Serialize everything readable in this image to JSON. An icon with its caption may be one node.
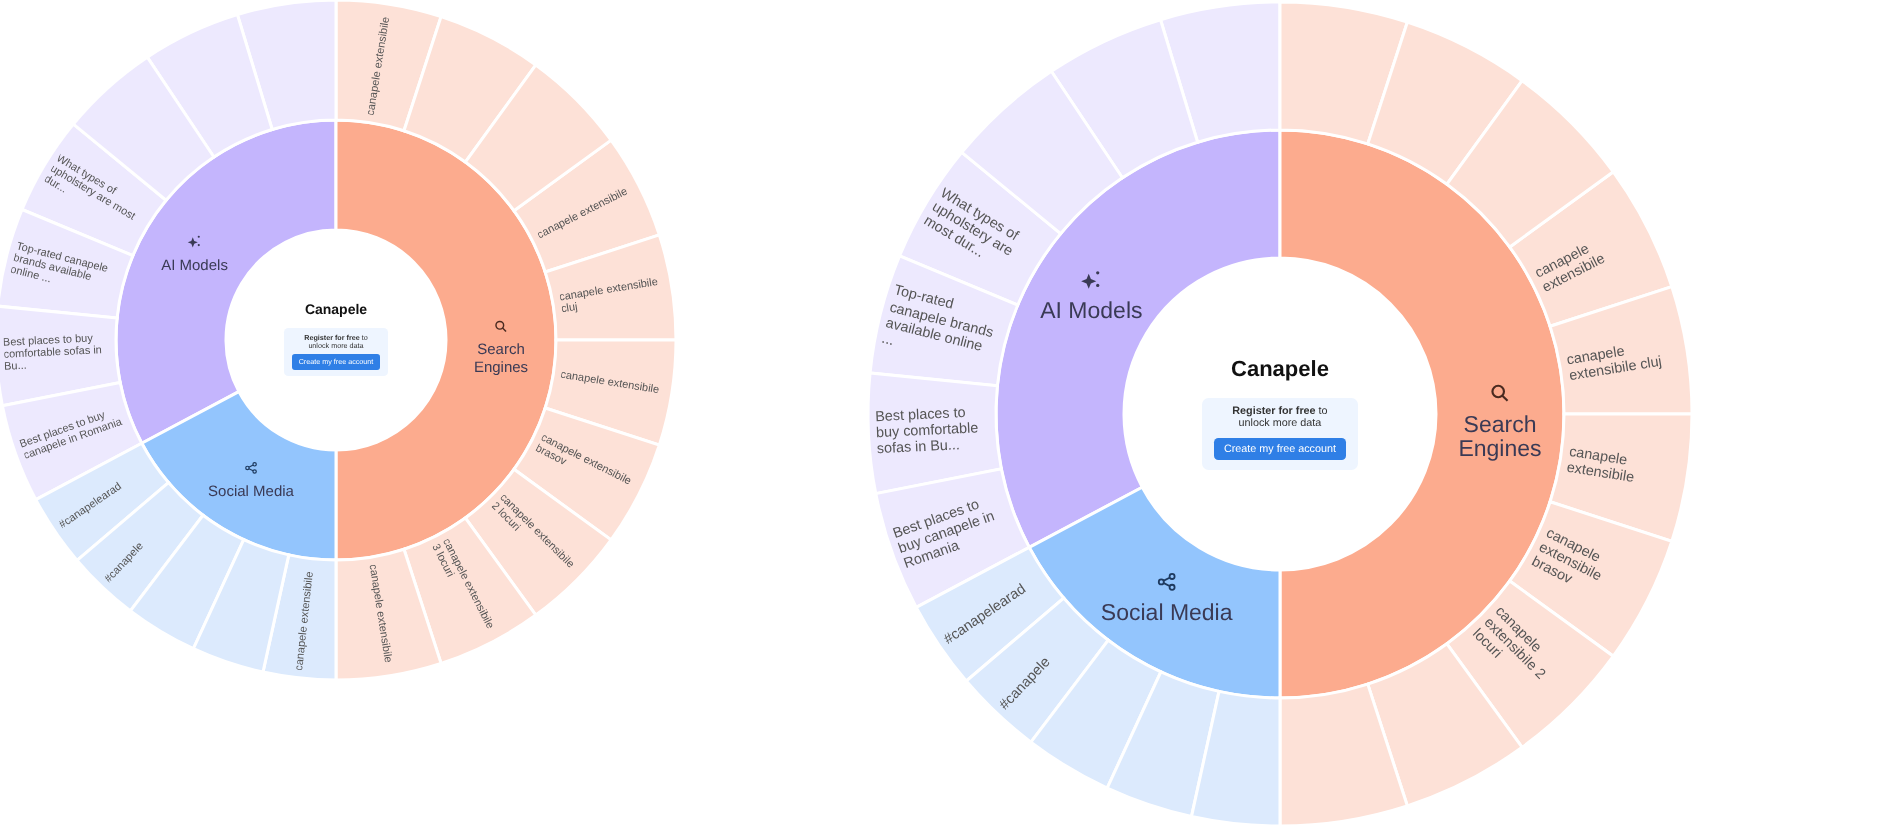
{
  "diagram": {
    "nodes": [
      {
        "text": [
          "Canapele"
        ]
      },
      {
        "text": [
          "**Register for free** to unlock more data"
        ],
        "in": 0
      },
      {
        "text": [
          "Create my free account"
        ],
        "in": 1
      },
      {
        "text": [
          "AI Models"
        ]
      },
      {
        "text": [
          "Search Engines"
        ]
      },
      {
        "text": [
          "Social Media"
        ]
      },
      {
        "text": [],
        "shape": "wedge"
      },
      {
        "text": [],
        "shape": "wedge"
      },
      {
        "text": [],
        "shape": "wedge"
      },
      {
        "text": [
          "What types of upholstery are most dur..."
        ]
      },
      {
        "text": [
          "Top-rated canapele brands available online ..."
        ]
      },
      {
        "text": [
          "Best places to buy comfortable sofas in Bu..."
        ]
      },
      {
        "text": [
          "Best places to buy canapele in Romania"
        ]
      },
      {
        "text": [
          "canapele extensibile"
        ]
      },
      {
        "text": [],
        "shape": "wedge"
      },
      {
        "text": [],
        "shape": "wedge"
      },
      {
        "text": [
          "canapele extensibile"
        ]
      },
      {
        "text": [
          "canapele extensibile cluj"
        ]
      },
      {
        "text": [
          "canapele extensibile"
        ]
      },
      {
        "text": [
          "canapele extensibile brasov"
        ]
      },
      {
        "text": [
          "canapele extensibile 2 locuri"
        ]
      },
      {
        "text": [
          "canapele extensibile 3 locuri"
        ]
      },
      {
        "text": [
          "canapele extensibile"
        ]
      },
      {
        "text": [
          "#canapelearad"
        ]
      },
      {
        "text": [
          "#canapele"
        ]
      },
      {
        "text": [],
        "shape": "wedge"
      },
      {
        "text": [],
        "shape": "wedge"
      },
      {
        "text": [
          "canapele extensibile"
        ]
      },
      {
        "text": [
          "Canapele"
        ]
      },
      {
        "text": [
          "**Register for free** to unlock more data"
        ],
        "in": 28
      },
      {
        "text": [
          "Create my free account"
        ],
        "in": 29
      },
      {
        "text": [
          "AI Models"
        ]
      },
      {
        "text": [
          "Search Engines"
        ]
      },
      {
        "text": [
          "Social Media"
        ]
      },
      {
        "text": [],
        "shape": "wedge"
      },
      {
        "text": [],
        "shape": "wedge"
      },
      {
        "text": [],
        "shape": "wedge"
      },
      {
        "text": [
          "What types of upholstery are most dur..."
        ]
      },
      {
        "text": [
          "Top-rated canapele brands available online ..."
        ]
      },
      {
        "text": [
          "Best places to buy comfortable sofas in Bu..."
        ]
      },
      {
        "text": [
          "Best places to buy canapele in Romania"
        ]
      },
      {
        "text": [],
        "shape": "wedge"
      },
      {
        "text": [],
        "shape": "wedge"
      },
      {
        "text": [],
        "shape": "wedge"
      },
      {
        "text": [
          "canapele extensibile"
        ]
      },
      {
        "text": [
          "canapele extensibile cluj"
        ]
      },
      {
        "text": [
          "canapele extensibile"
        ]
      },
      {
        "text": [
          "canapele extensibile brasov"
        ]
      },
      {
        "text": [
          "canapele extensibile 2 locuri"
        ]
      },
      {
        "text": [],
        "shape": "wedge"
      },
      {
        "text": [],
        "shape": "wedge"
      },
      {
        "text": [
          "#canapelearad"
        ]
      },
      {
        "text": [
          "#canapele"
        ]
      },
      {
        "text": [],
        "shape": "wedge"
      },
      {
        "text": [],
        "shape": "wedge"
      },
      {
        "text": [],
        "shape": "wedge"
      }
    ]
  }
}
